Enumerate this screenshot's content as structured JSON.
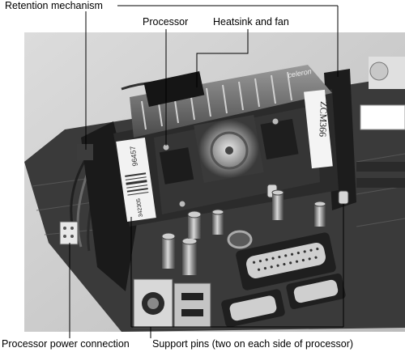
{
  "callouts": {
    "retention_mechanism": "Retention mechanism",
    "processor": "Processor",
    "heatsink_and_fan": "Heatsink and fan",
    "processor_power_connection": "Processor power connection",
    "support_pins": "Support pins (two on each side of processor)"
  },
  "stickers": {
    "left_serial": "342305",
    "left_handwritten": "96457",
    "right_handwritten": "ZCM366",
    "brand": "celeron"
  },
  "colors": {
    "background": "#ffffff",
    "line": "#000000"
  }
}
